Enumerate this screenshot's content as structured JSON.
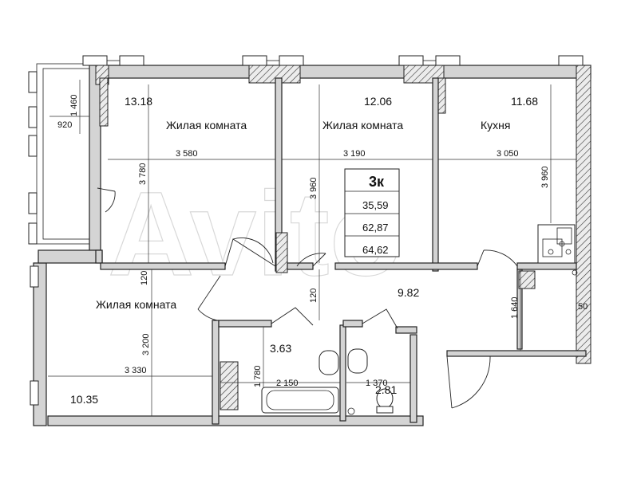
{
  "rooms": [
    {
      "name": "Жилая комната",
      "area": "13.18"
    },
    {
      "name": "Жилая комната",
      "area": "12.06"
    },
    {
      "name": "Кухня",
      "area": "11.68"
    },
    {
      "name": "Жилая комната",
      "area": "10.35"
    }
  ],
  "hall_area": "9.82",
  "bath_area": "3.63",
  "wc_area": "2.81",
  "loggia": {
    "width": "920",
    "length": "1 460"
  },
  "dimensions": {
    "r1_width": "3 580",
    "r1_depth": "3 780",
    "r2_width": "3 190",
    "r2_depth": "3 960",
    "kitchen_width": "3 050",
    "kitchen_depth": "3 960",
    "r4_width": "3 330",
    "r4_depth": "3 200",
    "wall_120_a": "120",
    "wall_120_b": "120",
    "hall_depth": "1 640",
    "bath_width": "2 150",
    "bath_depth": "1 780",
    "wc_width": "1 370",
    "side_50": "50"
  },
  "summary": {
    "type": "3к",
    "living_area": "35,59",
    "total_area": "62,87",
    "total_with_loggia": "64,62"
  },
  "watermark": "Avito"
}
